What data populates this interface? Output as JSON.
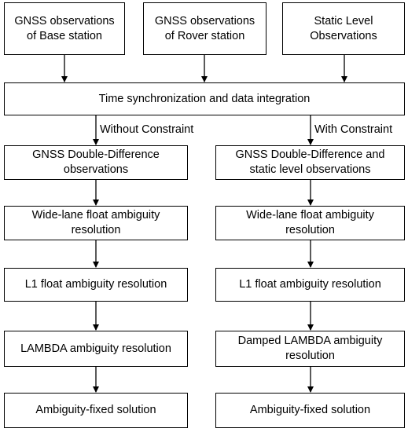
{
  "top": {
    "base": "GNSS observations\nof Base station",
    "rover": "GNSS observations\nof Rover station",
    "level": "Static Level\nObservations"
  },
  "sync": "Time synchronization and data integration",
  "left": {
    "label": "Without Constraint",
    "dd": "GNSS Double-Difference\nobservations",
    "widelane": "Wide-lane float ambiguity\nresolution",
    "l1": "L1 float ambiguity resolution",
    "lambda": "LAMBDA ambiguity resolution",
    "fixed": "Ambiguity-fixed solution"
  },
  "right": {
    "label": "With Constraint",
    "dd": "GNSS Double-Difference and\nstatic level observations",
    "widelane": "Wide-lane float ambiguity\nresolution",
    "l1": "L1 float ambiguity resolution",
    "lambda": "Damped LAMBDA ambiguity\nresolution",
    "fixed": "Ambiguity-fixed solution"
  }
}
